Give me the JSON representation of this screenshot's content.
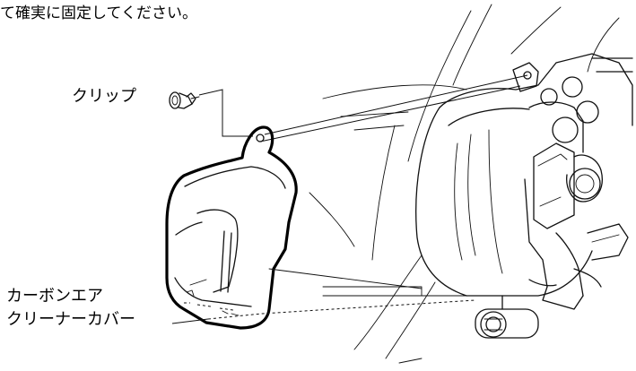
{
  "instruction_text": "て確実に固定してください。",
  "labels": {
    "clip": "クリップ",
    "cover_line1": "カーボンエア",
    "cover_line2": "クリーナーカバー"
  },
  "colors": {
    "ink": "#111111",
    "background": "#ffffff"
  }
}
